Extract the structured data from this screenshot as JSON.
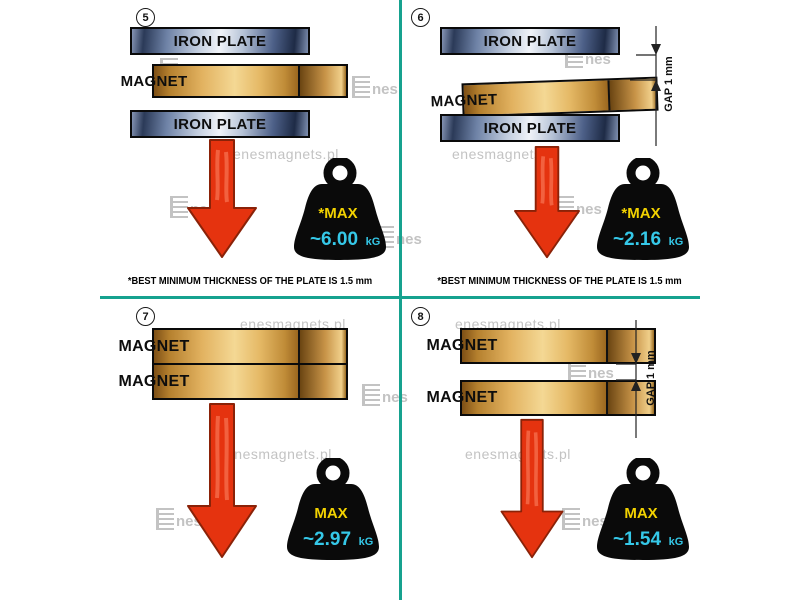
{
  "colors": {
    "divider": "#16a28f",
    "arrow": "#e5330f",
    "arrow-outline": "#8a2208",
    "weight-black": "#0a0a0a",
    "max-yellow": "#f2d200",
    "value-cyan": "#35c8e8",
    "watermark": "#c3c3c3"
  },
  "watermark": {
    "site": "enesmagnets.pl",
    "logo_text": "nes"
  },
  "panels": [
    {
      "number": "5",
      "bars": [
        "IRON PLATE",
        "MAGNET",
        "IRON PLATE"
      ],
      "weight": {
        "label": "*MAX",
        "value": "~6.00",
        "unit": "kG"
      },
      "caption": {
        "text": "*BEST MINIMUM THICKNESS OF THE PLATE IS",
        "bold": "1.5 mm"
      }
    },
    {
      "number": "6",
      "bars": [
        "IRON PLATE",
        "MAGNET",
        "IRON PLATE"
      ],
      "gap_label": "GAP 1 mm",
      "weight": {
        "label": "*MAX",
        "value": "~2.16",
        "unit": "kG"
      },
      "caption": {
        "text": "*BEST MINIMUM THICKNESS OF THE PLATE IS",
        "bold": "1.5 mm"
      }
    },
    {
      "number": "7",
      "bars": [
        "MAGNET",
        "MAGNET"
      ],
      "weight": {
        "label": "MAX",
        "value": "~2.97",
        "unit": "kG"
      }
    },
    {
      "number": "8",
      "bars": [
        "MAGNET",
        "MAGNET"
      ],
      "gap_label": "GAP 1 mm",
      "weight": {
        "label": "MAX",
        "value": "~1.54",
        "unit": "kG"
      }
    }
  ]
}
